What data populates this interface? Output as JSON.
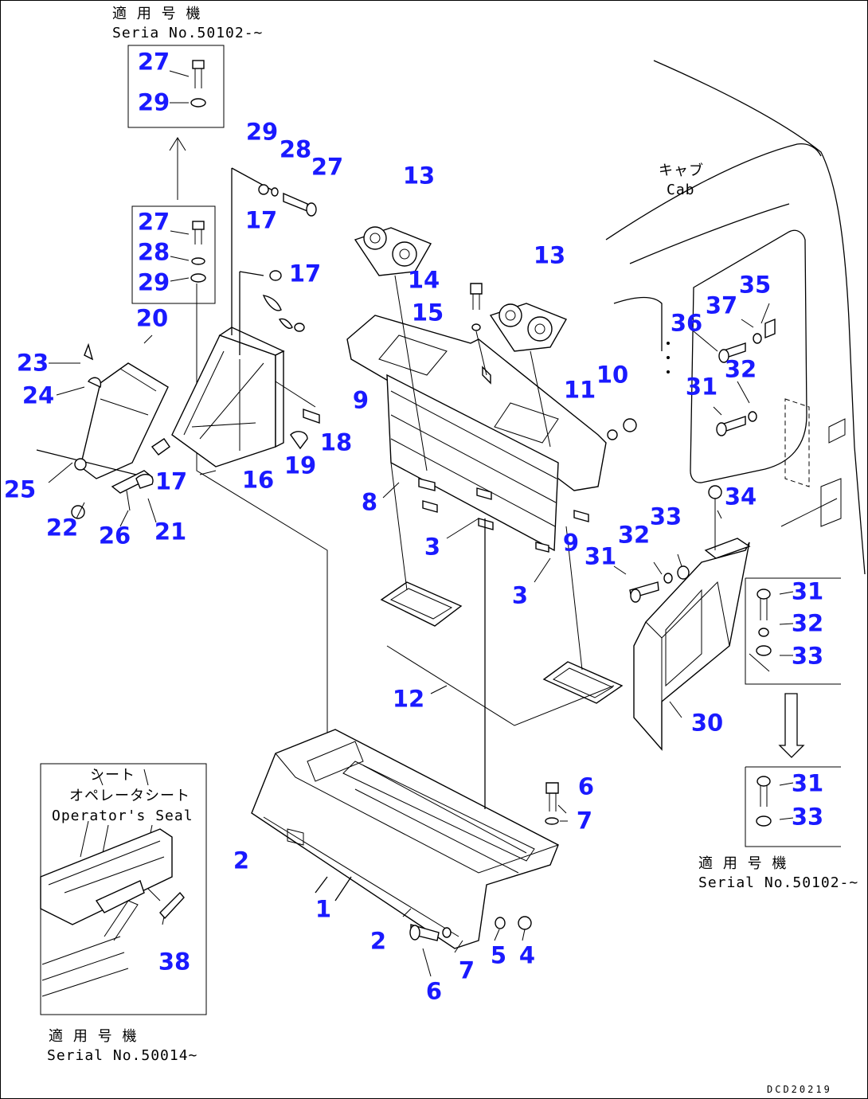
{
  "colors": {
    "callout": "#1a1aff",
    "line": "#000000",
    "background": "#ffffff"
  },
  "notes": {
    "top_serial_jp": "適 用 号 機",
    "top_serial_en": "Seria  No.50102-~",
    "cab_jp": "キャブ",
    "cab_en": "Cab",
    "seat_jp": "オペレータシート",
    "seat_en": "Operator's Seal",
    "seat_mark": "シート",
    "right_serial_jp": "適 用 号 機",
    "right_serial_en": "Serial No.50102-~",
    "bottom_serial_jp": "適 用 号 機",
    "bottom_serial_en": "Serial No.50014~",
    "drawing_code": "DCD20219"
  },
  "callouts": {
    "c27a": "27",
    "c29a": "29",
    "c29b": "29",
    "c28b": "28",
    "c27b": "27",
    "c27c": "27",
    "c28c": "28",
    "c29c": "29",
    "c17a": "17",
    "c17b": "17",
    "c17c": "17",
    "c20": "20",
    "c23": "23",
    "c24": "24",
    "c25": "25",
    "c22": "22",
    "c26": "26",
    "c21": "21",
    "c16": "16",
    "c19": "19",
    "c18": "18",
    "c13a": "13",
    "c13b": "13",
    "c14": "14",
    "c15": "15",
    "c9a": "9",
    "c9b": "9",
    "c11": "11",
    "c10": "10",
    "c8": "8",
    "c3a": "3",
    "c3b": "3",
    "c12": "12",
    "c35": "35",
    "c37": "37",
    "c36": "36",
    "c32a": "32",
    "c31a": "31",
    "c34": "34",
    "c33a": "33",
    "c32b": "32",
    "c31b": "31",
    "c31c": "31",
    "c32c": "32",
    "c33c": "33",
    "c30": "30",
    "c31d": "31",
    "c33d": "33",
    "c6a": "6",
    "c7a": "7",
    "c2a": "2",
    "c1": "1",
    "c2b": "2",
    "c5": "5",
    "c4": "4",
    "c7b": "7",
    "c6b": "6",
    "c38": "38"
  }
}
